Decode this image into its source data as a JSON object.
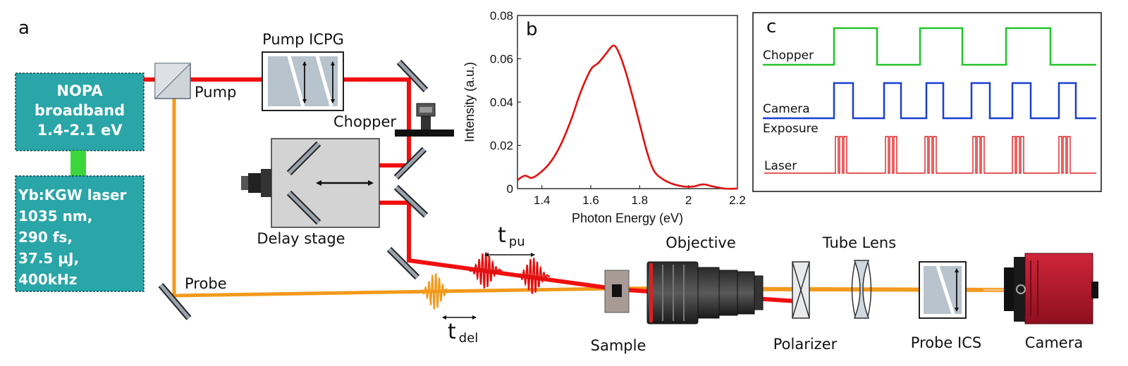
{
  "panels": {
    "a": "a",
    "b": "b",
    "c": "c"
  },
  "setup": {
    "nopa_lines": [
      "NOPA",
      "broadband",
      "1.4-2.1 eV"
    ],
    "laser_lines": [
      "Yb:KGW laser",
      "1035 nm,",
      "290 fs,",
      "37.5 μJ,",
      "400kHz"
    ],
    "pump": "Pump",
    "probe": "Probe",
    "pump_icpg": "Pump ICPG",
    "chopper": "Chopper",
    "delay_stage": "Delay stage",
    "t_pu_main": "t",
    "t_pu_sub": "pu",
    "t_del_main": "t",
    "t_del_sub": "del",
    "objective": "Objective",
    "tube_lens": "Tube Lens",
    "sample": "Sample",
    "polarizer": "Polarizer",
    "probe_ics": "Probe ICS",
    "camera": "Camera"
  },
  "colors": {
    "pump_beam": "#f01010",
    "probe_beam": "#f29a1d",
    "box_fill": "#2aa5a8",
    "chopper_trace": "#22c52a",
    "camera_trace": "#1a3fd0",
    "laser_trace": "#e02020"
  },
  "timing": {
    "chopper": "Chopper",
    "camera_line1": "Camera",
    "camera_line2": "Exposure",
    "laser": "Laser"
  },
  "chart_data": {
    "type": "line",
    "title": "",
    "xlabel": "Photon Energy (eV)",
    "ylabel": "Intensity (a.u.)",
    "xlim": [
      1.3,
      2.2
    ],
    "ylim": [
      0,
      0.08
    ],
    "xticks": [
      "1.4",
      "1.6",
      "1.8",
      "2",
      "2.2"
    ],
    "yticks": [
      "0",
      "0.02",
      "0.04",
      "0.06",
      "0.08"
    ],
    "grid": false,
    "series": [
      {
        "color": "#e01010",
        "x": [
          1.3,
          1.33,
          1.36,
          1.4,
          1.44,
          1.48,
          1.52,
          1.56,
          1.6,
          1.63,
          1.66,
          1.69,
          1.71,
          1.74,
          1.77,
          1.8,
          1.83,
          1.86,
          1.9,
          1.94,
          1.98,
          2.02,
          2.06,
          2.1,
          2.15,
          2.2
        ],
        "y": [
          0.004,
          0.006,
          0.005,
          0.008,
          0.013,
          0.021,
          0.032,
          0.045,
          0.055,
          0.058,
          0.062,
          0.066,
          0.064,
          0.055,
          0.043,
          0.03,
          0.017,
          0.008,
          0.004,
          0.002,
          0.001,
          0.001,
          0.002,
          0.001,
          0.0,
          0.0
        ]
      }
    ]
  }
}
